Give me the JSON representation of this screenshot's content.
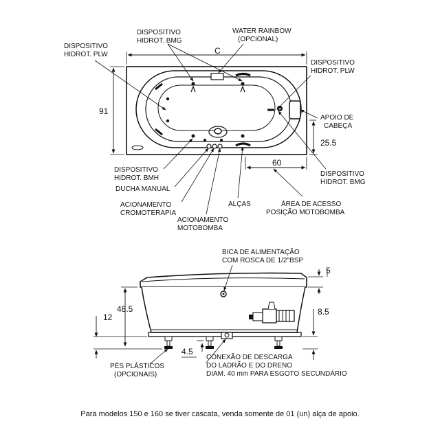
{
  "top_view": {
    "labels": {
      "disp_bmg_top_1": "DISPOSITIVO",
      "disp_bmg_top_2": "HIDROT. BMG",
      "water_rainbow_1": "WATER RAINBOW",
      "water_rainbow_2": "(OPCIONAL)",
      "disp_plw_left_1": "DISPOSITIVO",
      "disp_plw_left_2": "HIDROT.  PLW",
      "disp_plw_right_1": "DISPOSITIVO",
      "disp_plw_right_2": "HIDROT.  PLW",
      "apoio_1": "APOIO DE",
      "apoio_2": "CABEÇA",
      "disp_bmh_1": "DISPOSITIVO",
      "disp_bmh_2": "HIDROT. BMH",
      "ducha": "DUCHA MANUAL",
      "cromo_1": "ACIONAMENTO",
      "cromo_2": "CROMOTERAPIA",
      "moto_1": "ACIONAMENTO",
      "moto_2": "MOTOBOMBA",
      "alcas": "ALÇAS",
      "area_1": "ÁREA DE ACESSO",
      "area_2": "POSIÇÃO MOTOBOMBA",
      "disp_bmg_right_1": "DISPOSITIVO",
      "disp_bmg_right_2": "HIDROT. BMG"
    },
    "dims": {
      "c": "C",
      "d91": "91",
      "d255": "25.5",
      "d60": "60"
    }
  },
  "side_view": {
    "labels": {
      "bica_1": "BICA DE ALIMENTAÇÃO",
      "bica_2": "COM ROSCA DE 1/2\"BSP",
      "pes_1": "PÉS PLÁSTICOS",
      "pes_2": "(OPCIONAIS)",
      "conexao_1": "CONEXÃO DE DESCARGA",
      "conexao_2": "DO LADRÃO E DO DRENO",
      "conexao_3": "DIAM. 40 mm PARA ESGOTO SECUNDÁRIO"
    },
    "dims": {
      "d5": "5",
      "d485": "48.5",
      "d12": "12",
      "d85": "8.5",
      "d45": "4.5"
    }
  },
  "footnote": "Para modelos 150 e 160 se tiver cascata, venda somente de 01 (un) alça de apoio."
}
